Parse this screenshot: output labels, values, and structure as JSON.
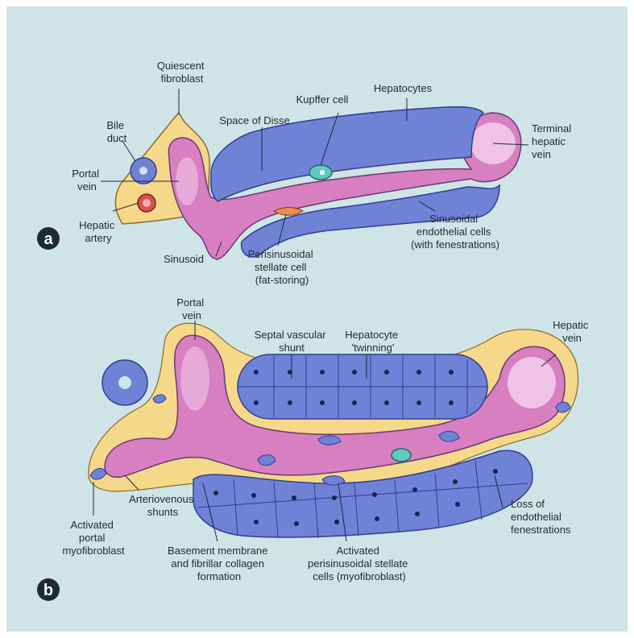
{
  "colors": {
    "background": "#cfe4e6",
    "hepatocyte": "#6f82d6",
    "hepatocyte_outline": "#2f3f8f",
    "sinusoid": "#d77fc1",
    "sinusoid_highlight": "#f6d3ef",
    "fibrosis": "#f5d88a",
    "nucleus": "#1e2450",
    "fenestration": "#f0d88a",
    "artery": "#d9534f",
    "kupffer": "#5fc9c2"
  },
  "panel_a": {
    "letter": "a",
    "labels": {
      "quiescent_fibroblast": [
        "Quiescent",
        "fibroblast"
      ],
      "bile_duct": [
        "Bile",
        "duct"
      ],
      "portal_vein": [
        "Portal",
        "vein"
      ],
      "hepatic_artery": [
        "Hepatic",
        "artery"
      ],
      "space_of_disse": [
        "Space of Disse"
      ],
      "kupffer_cell": [
        "Kupffer cell"
      ],
      "hepatocytes": [
        "Hepatocytes"
      ],
      "terminal_hepatic_vein": [
        "Terminal",
        "hepatic",
        "vein"
      ],
      "sinusoidal_endothelial_cells": [
        "Sinusoidal",
        "endothelial cells",
        "(with fenestrations)"
      ],
      "perisinusoidal_stellate_cell": [
        "Perisinusoidal",
        "stellate cell",
        "(fat-storing)"
      ],
      "sinusoid": [
        "Sinusoid"
      ]
    }
  },
  "panel_b": {
    "letter": "b",
    "labels": {
      "portal_vein": [
        "Portal",
        "vein"
      ],
      "septal_vascular_shunt": [
        "Septal vascular",
        "shunt"
      ],
      "hepatocyte_twinning": [
        "Hepatocyte",
        "'twinning'"
      ],
      "hepatic_vein": [
        "Hepatic",
        "vein"
      ],
      "arteriovenous_shunts": [
        "Arteriovenous",
        "shunts"
      ],
      "activated_portal_myofibroblast": [
        "Activated",
        "portal",
        "myofibroblast"
      ],
      "basement_membrane": [
        "Basement membrane",
        "and fibrillar collagen",
        "formation"
      ],
      "activated_perisinusoidal_stellate": [
        "Activated",
        "perisinusoidal stellate",
        "cells (myofibroblast)"
      ],
      "loss_of_fenestrations": [
        "Loss of",
        "endothelial",
        "fenestrations"
      ]
    }
  }
}
